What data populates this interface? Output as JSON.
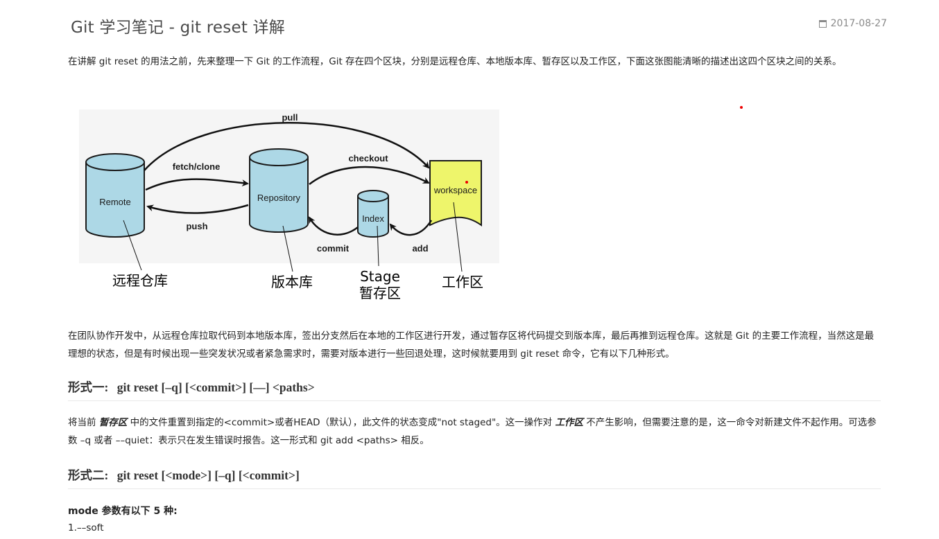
{
  "header": {
    "title": "Git 学习笔记 - git reset 详解",
    "date": "2017-08-27",
    "date_icon": "calendar-icon"
  },
  "intro": "在讲解 git reset 的用法之前，先来整理一下 Git 的工作流程，Git 存在四个区块，分别是远程仓库、本地版本库、暂存区以及工作区，下面这张图能清晰的描述出这四个区块之间的关系。",
  "diagram": {
    "nodes": {
      "remote": "Remote",
      "repository": "Repository",
      "index": "Index",
      "workspace": "workspace"
    },
    "arrows": {
      "pull": "pull",
      "fetch_clone": "fetch/clone",
      "push": "push",
      "checkout": "checkout",
      "commit": "commit",
      "add": "add"
    },
    "labels": {
      "remote_cn": "远程仓库",
      "repo_cn": "版本库",
      "stage_en": "Stage",
      "stage_cn": "暂存区",
      "workspace_cn": "工作区"
    },
    "colors": {
      "cylinder": "#add8e6",
      "workspace": "#eef56b"
    }
  },
  "para2": "在团队协作开发中，从远程仓库拉取代码到本地版本库，签出分支然后在本地的工作区进行开发，通过暂存区将代码提交到版本库，最后再推到远程仓库。这就是 Git 的主要工作流程，当然这是最理想的状态，但是有时候出现一些突发状况或者紧急需求时，需要对版本进行一些回退处理，这时候就要用到 git reset 命令，它有以下几种形式。",
  "form1": {
    "label": "形式一:",
    "cmd": "git reset [–q] [<commit>] [––] <paths>"
  },
  "para3": {
    "a": "将当前 ",
    "b": "暂存区",
    "c": " 中的文件重置到指定的<commit>或者HEAD（默认），此文件的状态变成\"not staged\"。这一操作对 ",
    "d": "工作区",
    "e": " 不产生影响，但需要注意的是，这一命令对新建文件不起作用。可选参数 –q 或者 ––quiet：表示只在发生错误时报告。这一形式和 git add <paths> 相反。"
  },
  "form2": {
    "label": "形式二:",
    "cmd": "git reset [<mode>] [–q] [<commit>]"
  },
  "mode_title": "mode 参数有以下 5 种:",
  "mode_items": [
    "1.––soft"
  ]
}
